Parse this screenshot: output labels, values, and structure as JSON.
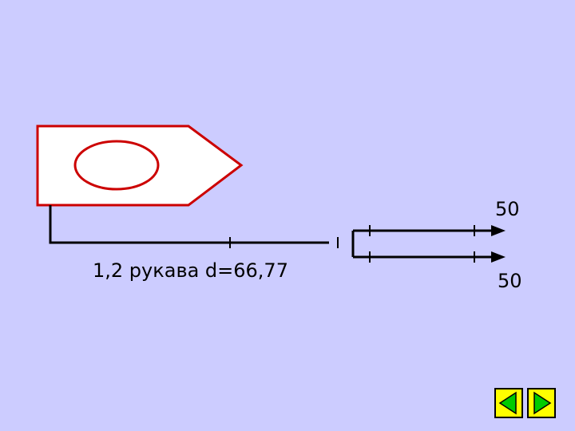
{
  "scheme": {
    "hose_label": "1,2 рукава d=66,77",
    "pressure_top": "50",
    "pressure_bottom": "50"
  },
  "colors": {
    "background": "#ccccff",
    "truck_outline": "#cc0000",
    "truck_fill": "#ffffff",
    "lines": "#000000",
    "nav_button": "#ffff00",
    "nav_arrow": "#00cc00"
  },
  "navigation": {
    "prev_icon": "triangle-left-icon",
    "next_icon": "triangle-right-icon"
  }
}
